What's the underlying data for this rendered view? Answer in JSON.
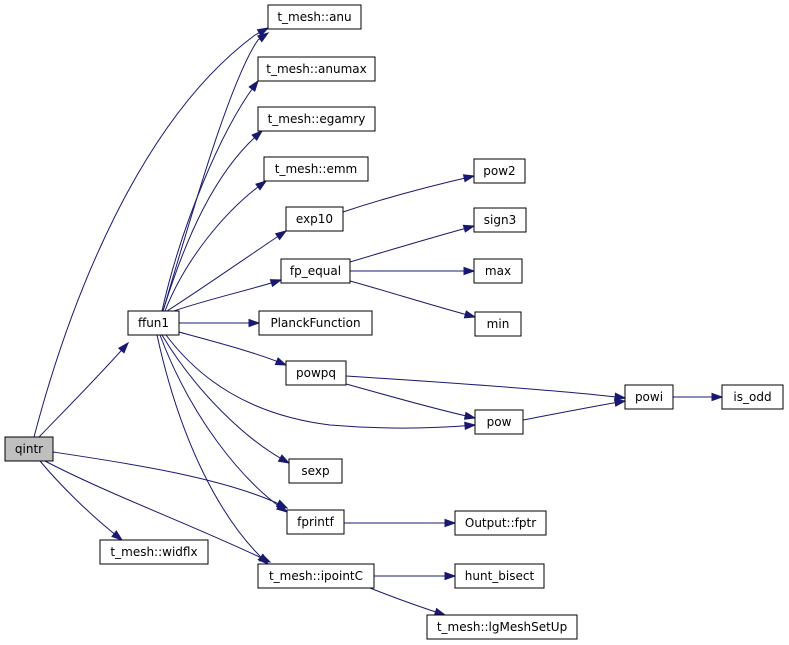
{
  "graph": {
    "colors": {
      "node_fill": "#ffffff",
      "root_fill": "#bfbfbf",
      "edge": "#191970",
      "border": "#000000"
    },
    "nodes": [
      {
        "id": "qintr",
        "label": "qintr",
        "root": true
      },
      {
        "id": "ffun1",
        "label": "ffun1"
      },
      {
        "id": "anu",
        "label": "t_mesh::anu"
      },
      {
        "id": "anumax",
        "label": "t_mesh::anumax"
      },
      {
        "id": "egamry",
        "label": "t_mesh::egamry"
      },
      {
        "id": "emm",
        "label": "t_mesh::emm"
      },
      {
        "id": "exp10",
        "label": "exp10"
      },
      {
        "id": "fp_equal",
        "label": "fp_equal"
      },
      {
        "id": "planck",
        "label": "PlanckFunction"
      },
      {
        "id": "powpq",
        "label": "powpq"
      },
      {
        "id": "sexp",
        "label": "sexp"
      },
      {
        "id": "fprintf",
        "label": "fprintf"
      },
      {
        "id": "ipointC",
        "label": "t_mesh::ipointC"
      },
      {
        "id": "widflx",
        "label": "t_mesh::widflx"
      },
      {
        "id": "pow2",
        "label": "pow2"
      },
      {
        "id": "sign3",
        "label": "sign3"
      },
      {
        "id": "max",
        "label": "max"
      },
      {
        "id": "min",
        "label": "min"
      },
      {
        "id": "pow",
        "label": "pow"
      },
      {
        "id": "powi",
        "label": "powi"
      },
      {
        "id": "is_odd",
        "label": "is_odd"
      },
      {
        "id": "fptr",
        "label": "Output::fptr"
      },
      {
        "id": "hunt_bisect",
        "label": "hunt_bisect"
      },
      {
        "id": "lgMeshSetUp",
        "label": "t_mesh::lgMeshSetUp"
      }
    ],
    "edges": [
      {
        "from": "qintr",
        "to": "anu"
      },
      {
        "from": "qintr",
        "to": "ffun1"
      },
      {
        "from": "qintr",
        "to": "fprintf"
      },
      {
        "from": "qintr",
        "to": "ipointC"
      },
      {
        "from": "qintr",
        "to": "widflx"
      },
      {
        "from": "ffun1",
        "to": "anu"
      },
      {
        "from": "ffun1",
        "to": "anumax"
      },
      {
        "from": "ffun1",
        "to": "egamry"
      },
      {
        "from": "ffun1",
        "to": "emm"
      },
      {
        "from": "ffun1",
        "to": "exp10"
      },
      {
        "from": "ffun1",
        "to": "fp_equal"
      },
      {
        "from": "ffun1",
        "to": "planck"
      },
      {
        "from": "ffun1",
        "to": "powpq"
      },
      {
        "from": "ffun1",
        "to": "pow"
      },
      {
        "from": "ffun1",
        "to": "sexp"
      },
      {
        "from": "ffun1",
        "to": "fprintf"
      },
      {
        "from": "ffun1",
        "to": "ipointC"
      },
      {
        "from": "exp10",
        "to": "pow2"
      },
      {
        "from": "fp_equal",
        "to": "sign3"
      },
      {
        "from": "fp_equal",
        "to": "max"
      },
      {
        "from": "fp_equal",
        "to": "min"
      },
      {
        "from": "powpq",
        "to": "powi"
      },
      {
        "from": "powpq",
        "to": "pow"
      },
      {
        "from": "pow",
        "to": "powi"
      },
      {
        "from": "powi",
        "to": "is_odd"
      },
      {
        "from": "fprintf",
        "to": "fptr"
      },
      {
        "from": "ipointC",
        "to": "hunt_bisect"
      },
      {
        "from": "ipointC",
        "to": "lgMeshSetUp"
      }
    ]
  }
}
